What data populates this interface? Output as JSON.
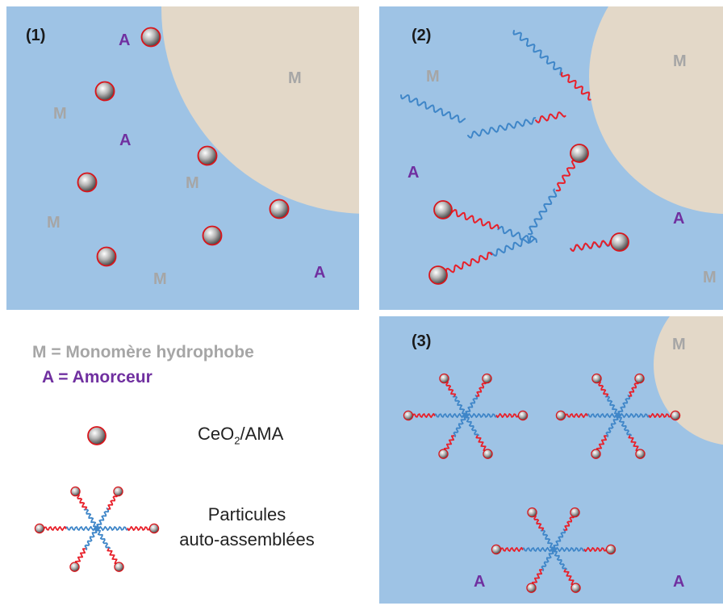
{
  "colors": {
    "water": "#9ec3e5",
    "monomer_droplet": "#e3d8c8",
    "monomer_label": "#a6a6a6",
    "initiator_label": "#7030a0",
    "polymer_hydrophobic": "#3f86c8",
    "polymer_hydrophilic": "#e8202a",
    "particle_ring": "#d9151b"
  },
  "panels": [
    {
      "id": "1",
      "label": "(1)"
    },
    {
      "id": "2",
      "label": "(2)"
    },
    {
      "id": "3",
      "label": "(3)"
    }
  ],
  "labels": {
    "monomer": "M",
    "initiator": "A"
  },
  "legend": {
    "monomer_text": "M = Monomère hydrophobe",
    "initiator_text": "A = Amorceur",
    "particle_text_main": "CeO",
    "particle_text_sub": "2",
    "particle_text_tail": "/AMA",
    "assembled_line1": "Particules",
    "assembled_line2": "auto-assemblées"
  },
  "icons": {
    "particle": "ceo2-sphere-icon",
    "assembly": "star-micelle-icon"
  }
}
